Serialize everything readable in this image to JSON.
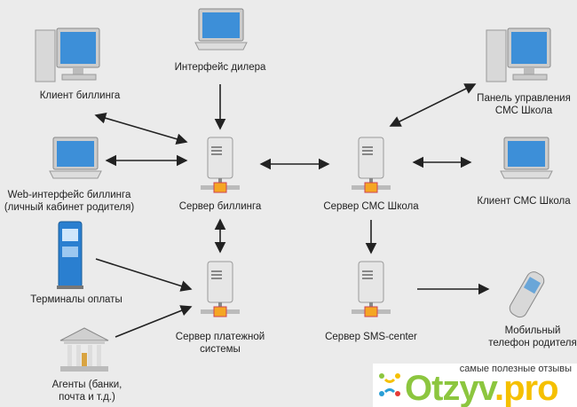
{
  "nodes": {
    "billing_client": "Клиент биллинга",
    "dealer_interface": "Интерфейс дилера",
    "sms_panel_line1": "Панель управления",
    "sms_panel_line2": "СМС Школа",
    "web_line1": "Web-интерфейс биллинга",
    "web_line2": "(личный кабинет родителя)",
    "billing_server": "Сервер биллинга",
    "sms_server": "Сервер СМС Школа",
    "sms_client": "Клиент СМС Школа",
    "terminals": "Терминалы оплаты",
    "payment_line1": "Сервер платежной",
    "payment_line2": "системы",
    "smsc_server": "Сервер SMS-center",
    "phone_line1": "Мобильный",
    "phone_line2": "телефон родителя",
    "agents_line1": "Агенты (банки,",
    "agents_line2": "почта и т.д.)"
  },
  "watermark": {
    "tagline": "самые полезные отзывы",
    "brand": "Otzyv",
    "brand_tld": ".pro"
  },
  "colors": {
    "background": "#ebebeb",
    "arrow": "#222222",
    "screen": "#3d8fd8",
    "brand_green": "#8cc63f",
    "brand_yellow": "#f5c000"
  }
}
